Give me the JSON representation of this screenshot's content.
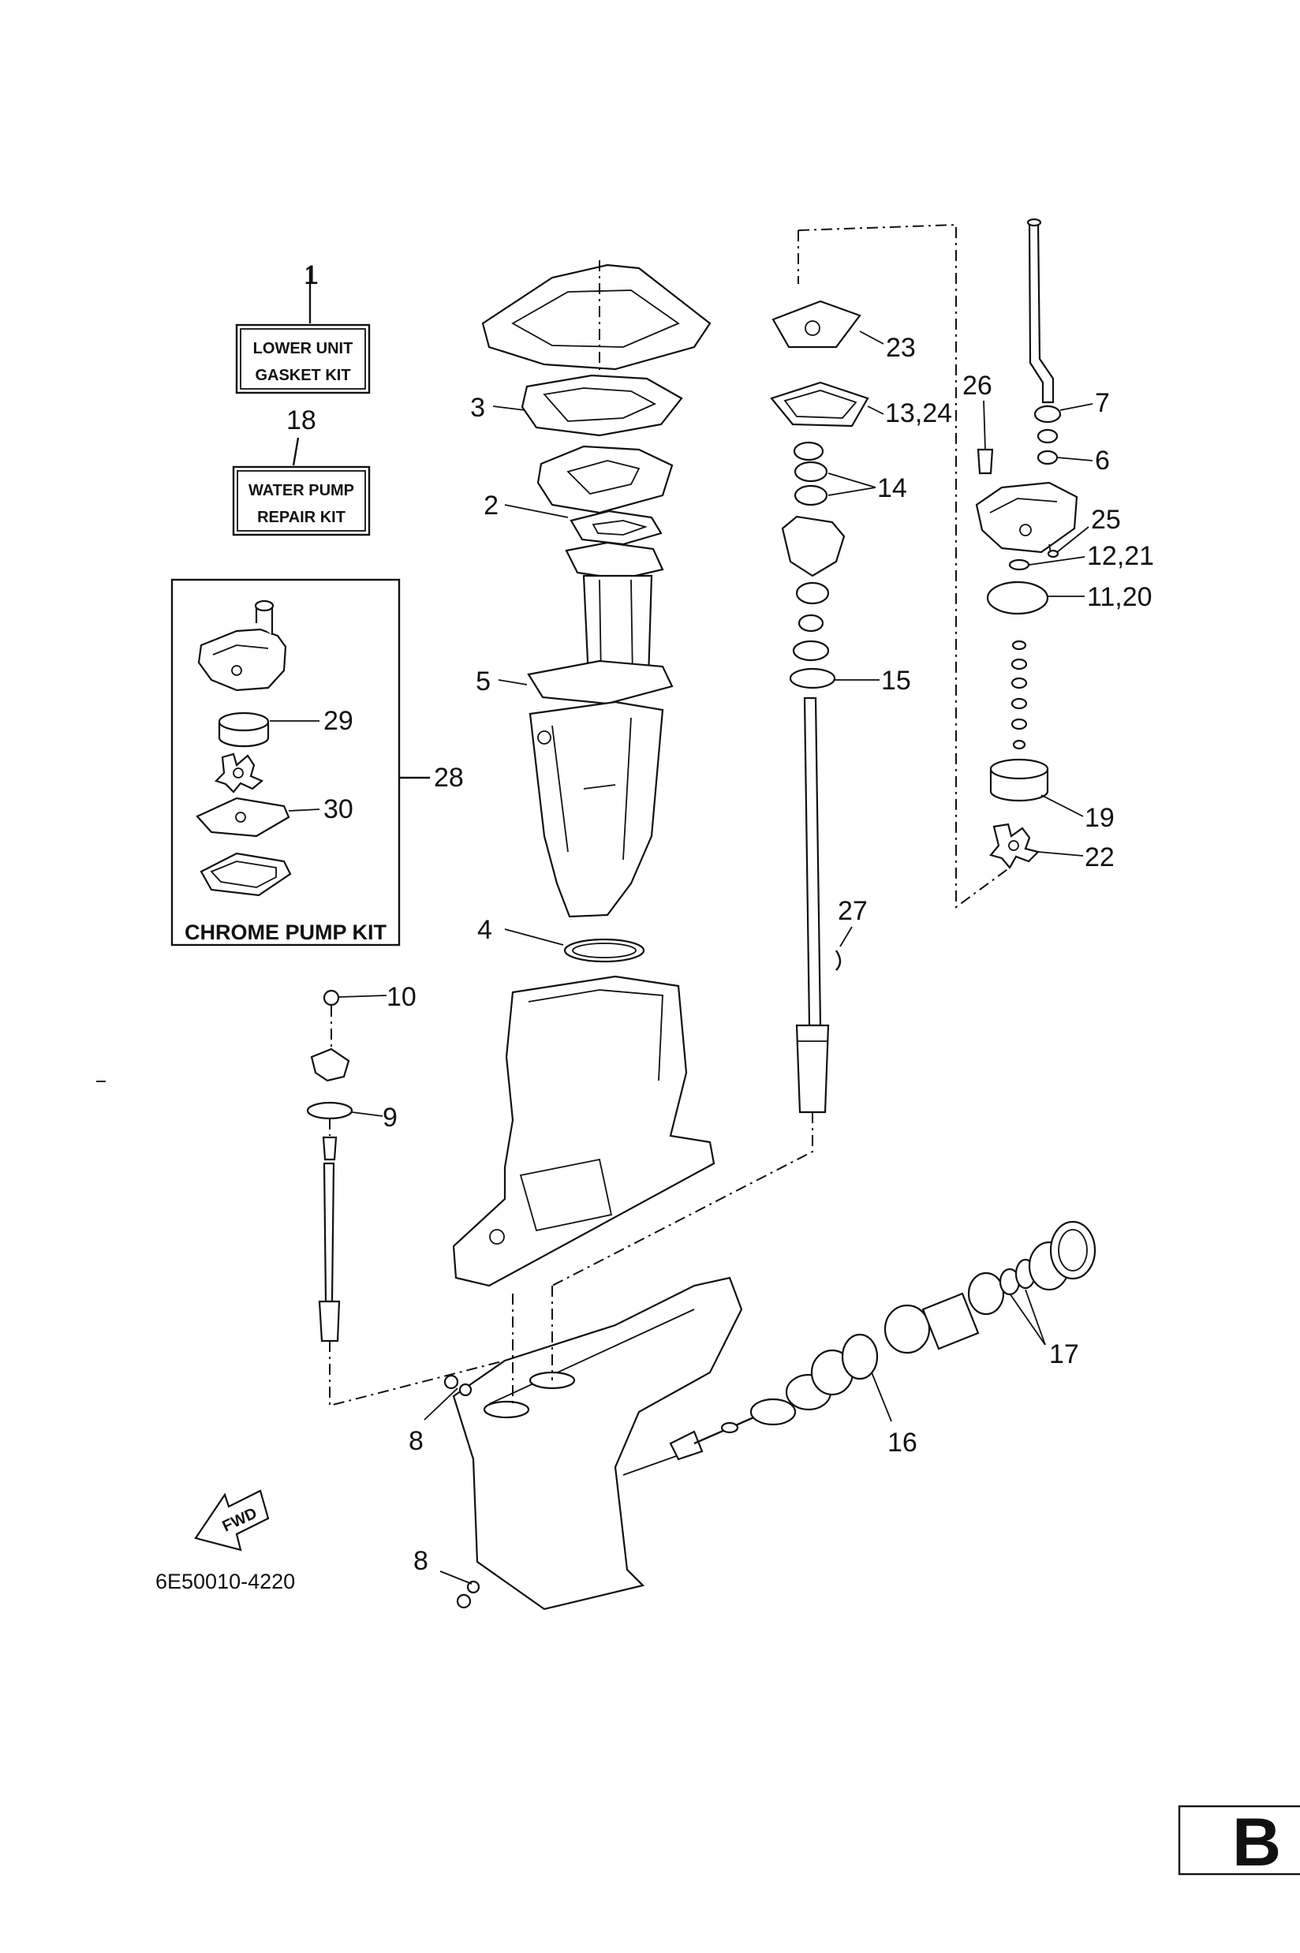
{
  "kits": {
    "lower_unit_gasket_kit": {
      "number": "1",
      "line1": "LOWER UNIT",
      "line2": "GASKET KIT"
    },
    "water_pump_repair_kit": {
      "number": "18",
      "line1": "WATER PUMP",
      "line2": "REPAIR KIT"
    },
    "chrome_pump_kit": {
      "number": "28",
      "label": "CHROME PUMP KIT"
    }
  },
  "callouts": {
    "p2": "2",
    "p3": "3",
    "p4": "4",
    "p5": "5",
    "p6": "6",
    "p7": "7",
    "p8a": "8",
    "p8b": "8",
    "p9": "9",
    "p10": "10",
    "p11_20": "11,20",
    "p12_21": "12,21",
    "p13_24": "13,24",
    "p14": "14",
    "p15": "15",
    "p16": "16",
    "p17": "17",
    "p19": "19",
    "p22": "22",
    "p23": "23",
    "p25": "25",
    "p26": "26",
    "p27": "27",
    "p29": "29",
    "p30": "30"
  },
  "fwd_label": "FWD",
  "drawing_code": "6E50010-4220",
  "page_tab": "B"
}
